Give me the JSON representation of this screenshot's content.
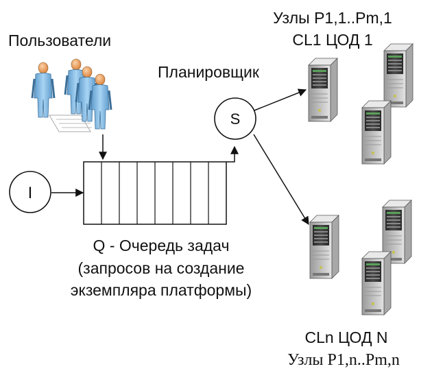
{
  "labels": {
    "users": "Пользователи",
    "scheduler": "Планировщик",
    "queue_line1": "Q - Очередь задач",
    "queue_line2": "(запросов на создание",
    "queue_line3": "экземпляра платформы)",
    "cluster1_nodes": "Узлы P1,1..Pm,1",
    "cluster1_name": "CL1 ЦОД 1",
    "clusterN_name": "CLn ЦОД N",
    "clusterN_nodes": "Узлы P1,n..Pm,n"
  },
  "nodes": {
    "input": "I",
    "scheduler": "S"
  },
  "queue": {
    "slots": 8
  },
  "colors": {
    "stroke": "#111111",
    "person_body": "#8fc3ec",
    "person_head": "#f2a666",
    "server_body": "#d4d4d4",
    "server_front": "#2b2b2b"
  },
  "icons": [
    "users-icon",
    "server-icon"
  ]
}
